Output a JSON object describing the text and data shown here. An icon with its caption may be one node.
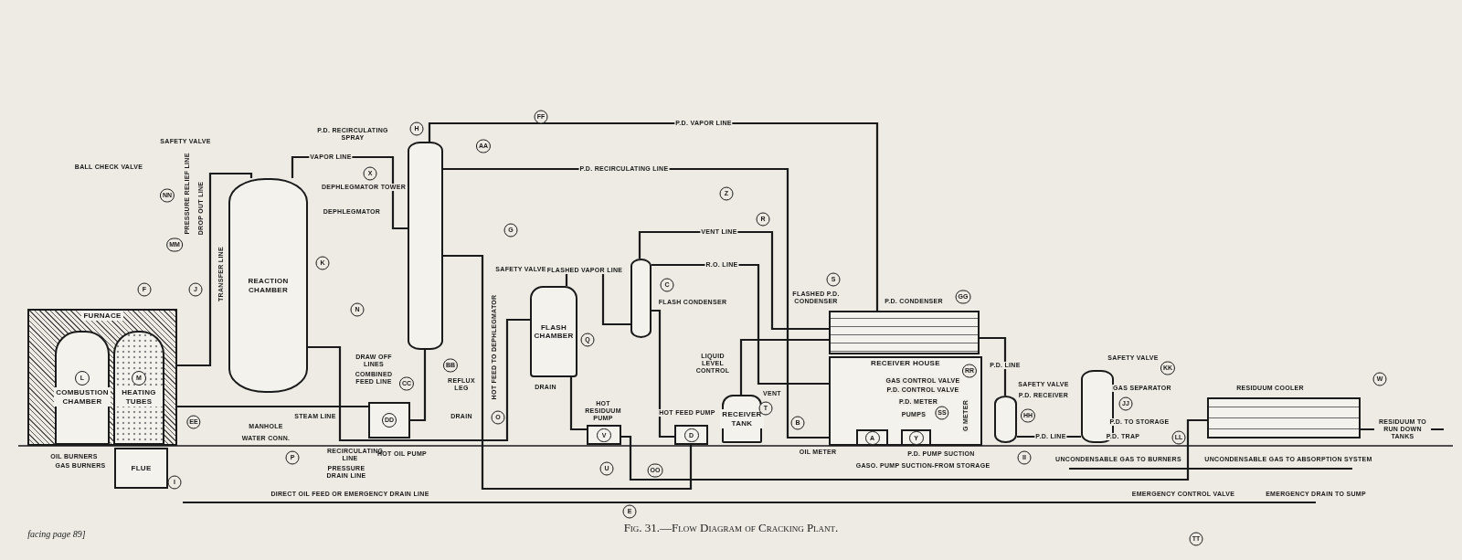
{
  "diagram": {
    "caption": "Fig. 31.—Flow Diagram of Cracking Plant.",
    "nodes": [
      {
        "text": [
          "FURNACE"
        ]
      },
      {
        "text": [
          "L",
          "COMBUSTION CHAMBER"
        ],
        "in": 0
      },
      {
        "text": [
          "M",
          "HEATING TUBES"
        ],
        "in": 0
      },
      {
        "text": [
          "FLUE"
        ]
      },
      {
        "text": [
          "REACTION CHAMBER"
        ]
      },
      {
        "text": [],
        "shape": "cylinder",
        "beside": [
          "P.D. RECIRCULATING SPRAY",
          "DEPHLEGMATOR TOWER",
          "DEPHLEGMATOR",
          "REFLUX LEG",
          "DRAIN"
        ]
      },
      {
        "text": [
          "DD"
        ],
        "beside": [
          "HOT OIL PUMP"
        ]
      },
      {
        "text": [
          "FLASH CHAMBER"
        ],
        "beside": [
          "SAFETY VALVE",
          "DRAIN"
        ]
      },
      {
        "text": [
          "V"
        ],
        "beside": [
          "HOT RESIDUUM PUMP"
        ]
      },
      {
        "text": [],
        "shape": "cylinder",
        "beside": [
          "FLASH CONDENSER"
        ]
      },
      {
        "text": [
          "D"
        ],
        "beside": [
          "HOT FEED PUMP"
        ]
      },
      {
        "text": [
          "RECEIVER TANK"
        ],
        "beside": [
          "VENT"
        ]
      },
      {
        "text": [],
        "shape": "box",
        "beside": [
          "FLASHED P.D. CONDENSER",
          "P.D. CONDENSER"
        ]
      },
      {
        "text": [
          "RECEIVER HOUSE"
        ]
      },
      {
        "text": [
          "A"
        ],
        "in": 13
      },
      {
        "text": [
          "Y"
        ],
        "in": 13
      },
      {
        "text": [],
        "shape": "cylinder",
        "beside": [
          "SAFETY VALVE",
          "P.D. RECEIVER"
        ]
      },
      {
        "text": [],
        "shape": "cylinder",
        "beside": [
          "SAFETY VALVE",
          "GAS SEPARATOR"
        ]
      },
      {
        "text": [],
        "shape": "box",
        "beside": [
          "RESIDUUM COOLER"
        ]
      }
    ],
    "edges": [
      {
        "from": 2,
        "to": 4,
        "arrow": "none",
        "label": "TRANSFER LINE"
      },
      {
        "from": 4,
        "to": 5,
        "arrow": "none",
        "label": "VAPOR LINE"
      },
      {
        "from": 5,
        "to": 12,
        "arrow": "none",
        "label": "P.D. VAPOR LINE"
      },
      {
        "from": 14,
        "to": 5,
        "arrow": "none",
        "label": "P.D. RECIRCULATING LINE"
      },
      {
        "from": 6,
        "to": 2,
        "arrow": "none"
      },
      {
        "from": 5,
        "to": 6,
        "arrow": "none"
      },
      {
        "from": 4,
        "to": 7,
        "arrow": "none"
      },
      {
        "from": 7,
        "to": 9,
        "arrow": "none",
        "label": "FLASHED VAPOR LINE"
      },
      {
        "from": 7,
        "to": 8,
        "arrow": "none"
      },
      {
        "from": 8,
        "to": 18,
        "arrow": "none"
      },
      {
        "from": 9,
        "to": 10,
        "arrow": "none"
      },
      {
        "from": 10,
        "to": 5,
        "arrow": "none",
        "label": "HOT FEED TO DEPHLEGMATOR"
      },
      {
        "from": 9,
        "to": 12,
        "arrow": "none",
        "label": "VENT LINE"
      },
      {
        "from": 9,
        "to": 13,
        "arrow": "none",
        "label": "R.O. LINE"
      },
      {
        "from": 11,
        "to": 12,
        "arrow": "none"
      },
      {
        "from": 12,
        "to": 16,
        "arrow": "none",
        "label": "P.D. LINE"
      },
      {
        "from": 16,
        "to": 17,
        "arrow": "none",
        "label": "P.D. LINE"
      },
      {
        "from": 17,
        "to": null,
        "arrow": "none",
        "label": "P.D. TO STORAGE"
      },
      {
        "from": 18,
        "to": null,
        "arrow": "none",
        "label": "RESIDUUM TO RUN DOWN TANKS"
      }
    ],
    "labels": [
      "FF",
      "H",
      "SAFETY VALVE",
      "AA",
      "X",
      "BALL CHECK VALVE",
      "NN",
      "PRESSURE RELIEF LINE",
      "DROP OUT LINE",
      "Z",
      "R",
      "G",
      "MM",
      "K",
      "F",
      "J",
      "S",
      "GG",
      "N",
      "C",
      "Q",
      "DRAW OFF LINES",
      "LIQUID LEVEL CONTROL",
      "BB",
      "RR",
      "KK",
      "W",
      "COMBINED FEED LINE",
      "CC",
      "GAS CONTROL VALVE",
      "P.D. CONTROL VALVE",
      "P.D. METER",
      "SS",
      "T",
      "JJ",
      "PUMPS",
      "G METER",
      "EE",
      "O",
      "MANHOLE",
      "STEAM LINE",
      "B",
      "HH",
      "WATER CONN.",
      "P.D. TRAP",
      "LL",
      "OIL METER",
      "P.D. PUMP SUCTION",
      "OIL BURNERS",
      "GAS BURNERS",
      "P",
      "RECIRCULATING LINE",
      "II",
      "UNCONDENSABLE GAS TO BURNERS",
      "UNCONDENSABLE GAS TO ABSORPTION SYSTEM",
      "GASO. PUMP SUCTION-FROM STORAGE",
      "U",
      "OO",
      "PRESSURE DRAIN LINE",
      "I",
      "DIRECT OIL FEED OR EMERGENCY DRAIN LINE",
      "EMERGENCY CONTROL VALVE",
      "EMERGENCY DRAIN TO SUMP",
      "E",
      "facing page 89]",
      "TT"
    ]
  }
}
